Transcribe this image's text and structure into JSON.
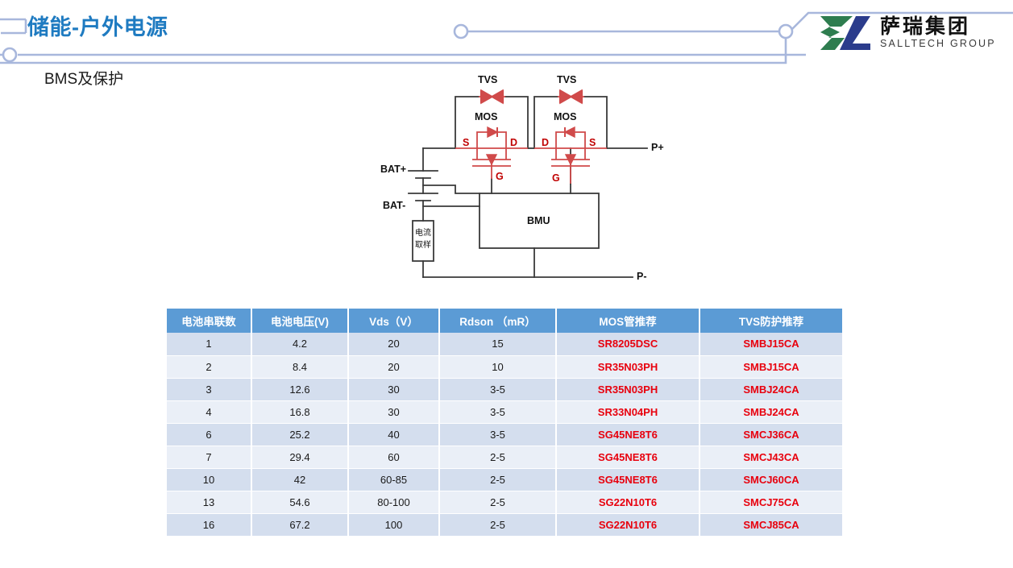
{
  "header": {
    "title": "储能-户外电源",
    "subtitle": "BMS及保护",
    "accent_color": "#1F7BC1",
    "deco_line_color": "#A8B7DC"
  },
  "logo": {
    "name_cn": "萨瑞集团",
    "name_en": "SALLTECH GROUP",
    "mark_green": "#2E7D4F",
    "mark_blue": "#2B3C8C"
  },
  "diagram": {
    "labels": {
      "tvs_left": "TVS",
      "tvs_right": "TVS",
      "mos_left": "MOS",
      "mos_right": "MOS",
      "s_left": "S",
      "d_left": "D",
      "g_left": "G",
      "d_right": "D",
      "s_right": "S",
      "g_right": "G",
      "bat_pos": "BAT+",
      "bat_neg": "BAT-",
      "p_pos": "P+",
      "p_neg": "P-",
      "bmu": "BMU",
      "shunt_line1": "电流",
      "shunt_line2": "取样"
    },
    "wire_color": "#3A3A3A",
    "component_color": "#D04A4A",
    "component_label_color": "#C00000"
  },
  "table": {
    "header_color": "#5B9BD5",
    "band_a_color": "#D4DEEE",
    "band_b_color": "#EAEFF7",
    "part_color": "#E8000D",
    "columns": [
      "电池串联数",
      "电池电压(V)",
      "Vds（V）",
      "Rdson （mR）",
      "MOS管推荐",
      "TVS防护推荐"
    ],
    "rows": [
      {
        "cells": [
          "1",
          "4.2",
          "20",
          "15",
          "SR8205DSC",
          "SMBJ15CA"
        ]
      },
      {
        "cells": [
          "2",
          "8.4",
          "20",
          "10",
          "SR35N03PH",
          "SMBJ15CA"
        ]
      },
      {
        "cells": [
          "3",
          "12.6",
          "30",
          "3-5",
          "SR35N03PH",
          "SMBJ24CA"
        ]
      },
      {
        "cells": [
          "4",
          "16.8",
          "30",
          "3-5",
          "SR33N04PH",
          "SMBJ24CA"
        ]
      },
      {
        "cells": [
          "6",
          "25.2",
          "40",
          "3-5",
          "SG45NE8T6",
          "SMCJ36CA"
        ]
      },
      {
        "cells": [
          "7",
          "29.4",
          "60",
          "2-5",
          "SG45NE8T6",
          "SMCJ43CA"
        ]
      },
      {
        "cells": [
          "10",
          "42",
          "60-85",
          "2-5",
          "SG45NE8T6",
          "SMCJ60CA"
        ]
      },
      {
        "cells": [
          "13",
          "54.6",
          "80-100",
          "2-5",
          "SG22N10T6",
          "SMCJ75CA"
        ]
      },
      {
        "cells": [
          "16",
          "67.2",
          "100",
          "2-5",
          "SG22N10T6",
          "SMCJ85CA"
        ]
      }
    ]
  }
}
